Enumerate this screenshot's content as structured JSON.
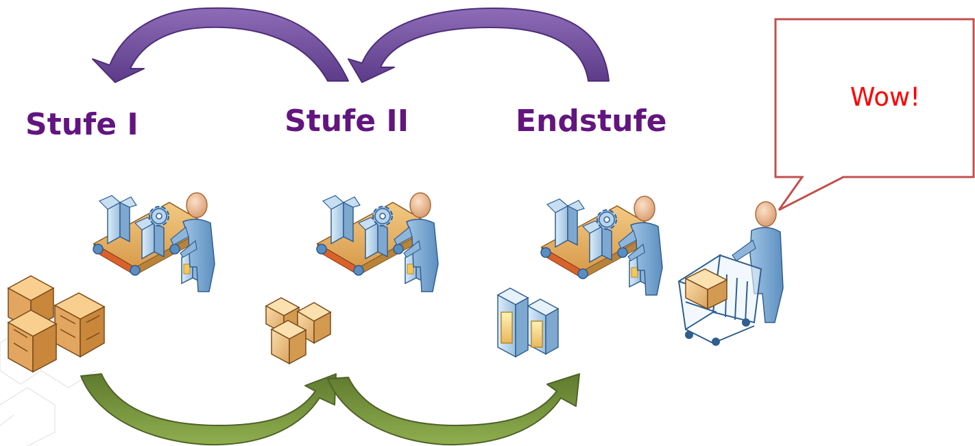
{
  "stages": [
    {
      "label": "Stufe I"
    },
    {
      "label": "Stufe II"
    },
    {
      "label": "Endstufe"
    }
  ],
  "callout": {
    "text": "Wow!"
  },
  "icons": {
    "raw_material": "wooden-crates-icon",
    "semi_finished": "cardboard-boxes-icon",
    "finished_product": "product-packages-icon",
    "worker": "assembly-line-worker-icon",
    "consumer": "shopper-with-cart-icon"
  },
  "colors": {
    "label": "#62157f",
    "arrow_top": "#7b5aa6",
    "arrow_top_dark": "#4e2e78",
    "arrow_bottom": "#77933c",
    "arrow_bottom_dark": "#4f6228",
    "callout_border": "#c0504d",
    "callout_text": "#ff0000"
  }
}
